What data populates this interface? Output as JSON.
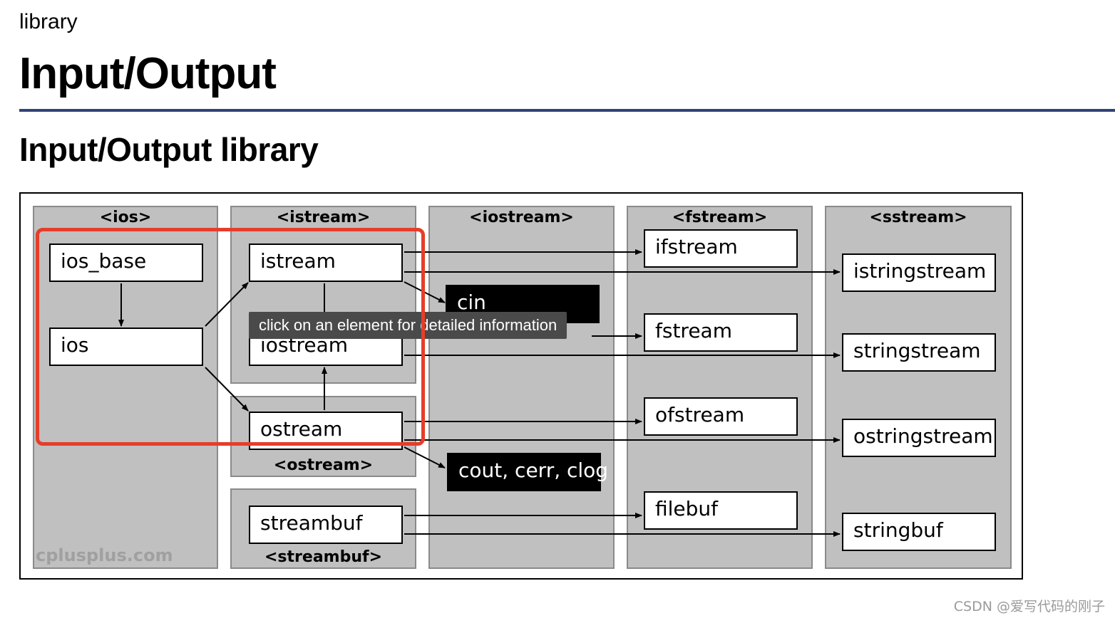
{
  "header": {
    "kicker": "library",
    "title": "Input/Output",
    "subtitle": "Input/Output library"
  },
  "diagram": {
    "headers": {
      "ios": "<ios>",
      "istream": "<istream>",
      "ostream": "<ostream>",
      "streambuf": "<streambuf>",
      "iostream": "<iostream>",
      "fstream": "<fstream>",
      "sstream": "<sstream>"
    },
    "nodes": {
      "ios_base": "ios_base",
      "ios": "ios",
      "istream": "istream",
      "iostream": "iostream",
      "ostream": "ostream",
      "streambuf": "streambuf",
      "cin": "cin",
      "cout": "cout, cerr, clog",
      "ifstream": "ifstream",
      "fstream": "fstream",
      "ofstream": "ofstream",
      "filebuf": "filebuf",
      "istringstream": "istringstream",
      "stringstream": "stringstream",
      "ostringstream": "ostringstream",
      "stringbuf": "stringbuf"
    },
    "watermark": "cplusplus.com",
    "tooltip": "click on an element for detailed information"
  },
  "highlight_color": "#e53e2a",
  "rule_color": "#2f4477",
  "credit": "CSDN @爱写代码的刚子"
}
